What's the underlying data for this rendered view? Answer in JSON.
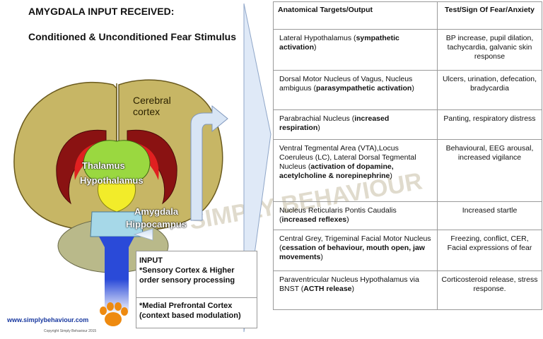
{
  "title": "AMYGDALA INPUT RECEIVED:",
  "subtitle": "Conditioned & Unconditioned Fear Stimulus",
  "brain_labels": {
    "cortex": "Cerebral cortex",
    "thalamus": "Thalamus",
    "hypothalamus": "Hypothalamus",
    "amygdala": "Amygdala",
    "hippocampus": "Hippocampus"
  },
  "input_box": {
    "heading": "INPUT",
    "line1": "*Sensory Cortex & Higher order sensory processing",
    "line2": "*Medial Prefrontal Cortex (context based modulation)"
  },
  "logo_text": "www.simplybehaviour.com",
  "copyright": "Copyright Simply Behaviour 2015",
  "watermark": "SIMPLY BEHAVIOUR",
  "table": {
    "headers": [
      "Anatomical Targets/Output",
      "Test/Sign Of Fear/Anxiety"
    ],
    "rows": [
      {
        "target": "Lateral Hypothalamus (",
        "target_bold": "sympathetic activation",
        "target_end": ")",
        "sign": "BP increase, pupil dilation, tachycardia, galvanic skin response"
      },
      {
        "target": "Dorsal Motor Nucleus of Vagus, Nucleus ambiguus (",
        "target_bold": "parasympathetic activation",
        "target_end": ")",
        "sign": "Ulcers, urination, defecation, bradycardia"
      },
      {
        "target": "Parabrachial Nucleus (",
        "target_bold": "increased respiration",
        "target_end": ")",
        "sign": "Panting, respiratory distress"
      },
      {
        "target": "Ventral Tegmental Area (VTA),Locus Coeruleus (LC), Lateral Dorsal Tegmental Nucleus (",
        "target_bold": "activation of dopamine, acetylcholine & norepinephrine",
        "target_end": ")",
        "sign": "Behavioural, EEG arousal, increased vigilance"
      },
      {
        "target": "Nucleus Reticularis Pontis Caudalis (",
        "target_bold": "increased reflexes",
        "target_end": ")",
        "sign": "Increased startle"
      },
      {
        "target": "Central Grey, Trigeminal Facial Motor Nucleus (",
        "target_bold": "cessation of behaviour, mouth open, jaw movements",
        "target_end": ")",
        "sign": "Freezing, conflict, CER, Facial expressions of fear"
      },
      {
        "target": "Paraventricular Nucleus Hypothalamus via BNST (",
        "target_bold": "ACTH release",
        "target_end": ")",
        "sign": "Corticosteroid release, stress response."
      }
    ]
  }
}
